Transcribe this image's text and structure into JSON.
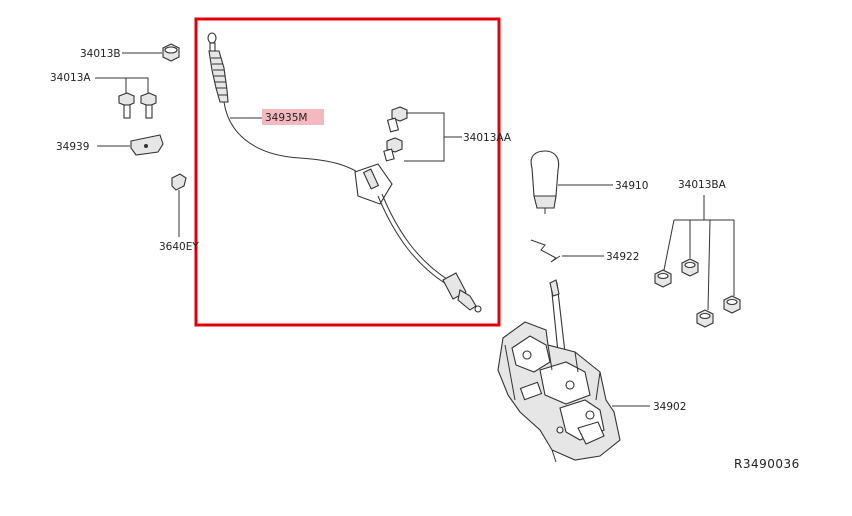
{
  "diagram": {
    "highlight_color": "#e0000a",
    "label_highlight_color": "#f4b8bf",
    "labels": {
      "p34013B": "34013B",
      "p34013A": "34013A",
      "p34939": "34939",
      "p3640EY": "3640EY",
      "p34935M": "34935M",
      "p34013AA": "34013AA",
      "p34910": "34910",
      "p34013BA": "34013BA",
      "p34922": "34922",
      "p34902": "34902"
    },
    "reference_code": "R3490036"
  }
}
